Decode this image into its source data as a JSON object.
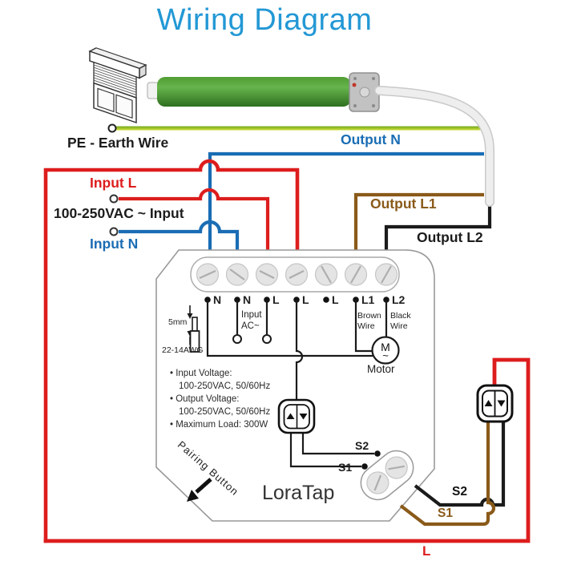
{
  "title": "Wiring Diagram",
  "colors": {
    "title-blue": "#2398d5",
    "wire-red": "#dd1d1d",
    "wire-blue": "#1a6db4",
    "wire-brown": "#8a5a19",
    "wire-black": "#1b1b1b",
    "earth-green": "#69a11b",
    "earth-yellow": "#d8e53c"
  },
  "labels": {
    "pe": "PE - Earth Wire",
    "output_n": "Output N",
    "input_l": "Input L",
    "input_spec": "100-250VAC ~ Input",
    "input_n": "Input N",
    "output_l1": "Output L1",
    "output_l2": "Output L2",
    "s2_wire": "S2",
    "s1_wire": "S1",
    "l_wire": "L"
  },
  "device": {
    "brand": "LoraTap",
    "terminals": [
      "N",
      "N",
      "L",
      "L",
      "L",
      "L1",
      "L2"
    ],
    "input_ac": [
      "Input",
      "AC~"
    ],
    "l1_note": [
      "Brown",
      "Wire"
    ],
    "l2_note": [
      "Black",
      "Wire"
    ],
    "motor": {
      "symbol": "M",
      "wave": "~",
      "label": "Motor"
    },
    "strip_note": {
      "length": "5mm",
      "gauge": "22-14AWG"
    },
    "specs": [
      "• Input Voltage:",
      "100-250VAC, 50/60Hz",
      "• Output Voltage:",
      "100-250VAC, 50/60Hz",
      "• Maximum Load: 300W"
    ],
    "pairing": "Pairing Button",
    "s2": "S2",
    "s1": "S1"
  }
}
